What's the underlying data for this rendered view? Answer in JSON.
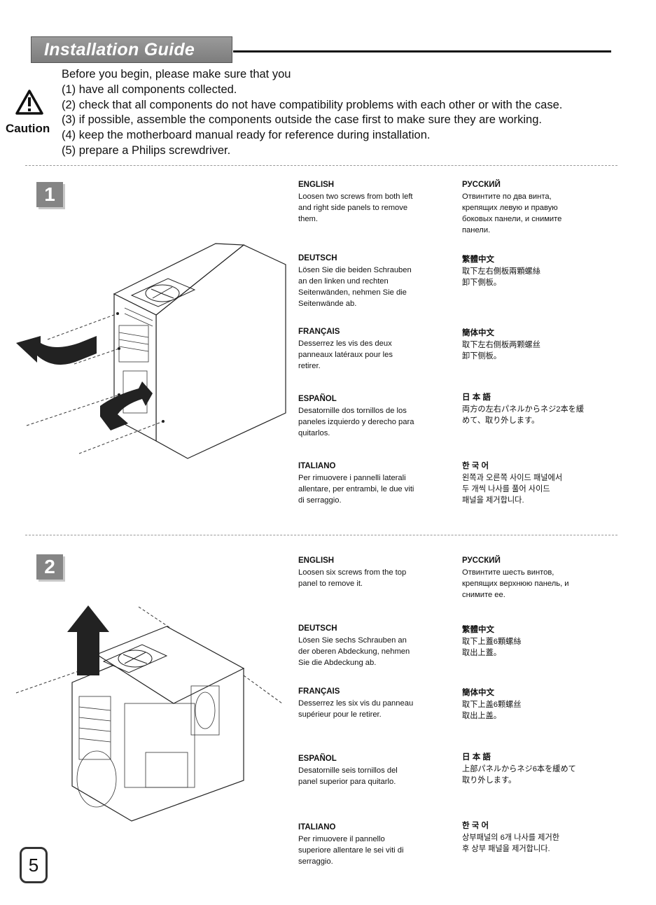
{
  "header": {
    "title": "Installation Guide"
  },
  "caution": {
    "label": "Caution"
  },
  "intro": {
    "lead": "Before you begin, please make sure that you",
    "items": [
      "(1) have all components collected.",
      "(2) check that all components do not have compatibility problems with each other or with the case.",
      "(3) if possible, assemble the components outside the case first to make sure they are working.",
      "(4) keep the motherboard manual ready for reference during installation.",
      "(5) prepare a Philips screwdriver."
    ]
  },
  "steps": [
    {
      "number": "1",
      "left": [
        {
          "lang": "ENGLISH",
          "text": "Loosen two screws from both left\nand right side panels to remove\nthem."
        },
        {
          "lang": "DEUTSCH",
          "text": "Lösen Sie die beiden Schrauben\nan den linken und rechten\nSeitenwänden, nehmen Sie die\nSeitenwände ab."
        },
        {
          "lang": "FRANÇAIS",
          "text": "Desserrez les vis des deux\npanneaux latéraux pour les\nretirer."
        },
        {
          "lang": "ESPAÑOL",
          "text": "Desatornille dos tornillos de los\npaneles izquierdo y derecho para\nquitarlos."
        },
        {
          "lang": "ITALIANO",
          "text": "Per rimuovere i pannelli laterali\nallentare, per entrambi, le due viti\ndi serraggio."
        }
      ],
      "right": [
        {
          "lang": "РУССКИЙ",
          "text": "Отвинтите по два винта,\nкрепящих левую и правую\nбоковых панели, и снимите\nпанели."
        },
        {
          "lang": "繁體中文",
          "text": "取下左右側板兩顆螺絲\n卸下側板。"
        },
        {
          "lang": "簡体中文",
          "text": "取下左右侧板两颗螺丝\n卸下侧板。"
        },
        {
          "lang": "日 本 語",
          "text": "両方の左右パネルからネジ2本を緩\nめて、取り外します。"
        },
        {
          "lang": "한 국 어",
          "text": "왼쪽과 오른쪽 사이드 패널에서\n두 개씩 나사를 풀어 사이드\n패널을 제거합니다."
        }
      ]
    },
    {
      "number": "2",
      "left": [
        {
          "lang": "ENGLISH",
          "text": "Loosen six screws from the top\npanel to remove it."
        },
        {
          "lang": "DEUTSCH",
          "text": "Lösen Sie sechs Schrauben an\nder oberen Abdeckung, nehmen\nSie die Abdeckung ab."
        },
        {
          "lang": "FRANÇAIS",
          "text": "Desserrez les six vis du panneau\nsupérieur pour le retirer."
        },
        {
          "lang": "ESPAÑOL",
          "text": "Desatornille seis tornillos del\npanel superior para quitarlo."
        },
        {
          "lang": "ITALIANO",
          "text": "Per rimuovere il pannello\nsuperiore allentare le sei viti di\nserraggio."
        }
      ],
      "right": [
        {
          "lang": "РУССКИЙ",
          "text": "Отвинтите шесть винтов,\nкрепящих верхнюю панель, и\nснимите ее."
        },
        {
          "lang": "繁體中文",
          "text": "取下上蓋6顆螺絲\n取出上蓋。"
        },
        {
          "lang": "簡体中文",
          "text": "取下上盖6颗螺丝\n取出上盖。"
        },
        {
          "lang": "日 本 語",
          "text": "上部パネルからネジ6本を緩めて\n取り外します。"
        },
        {
          "lang": "한 국 어",
          "text": "상부패널의 6개 나사를 제거한\n후 상부 패널을 제거합니다."
        }
      ]
    }
  ],
  "page": {
    "number": "5"
  }
}
